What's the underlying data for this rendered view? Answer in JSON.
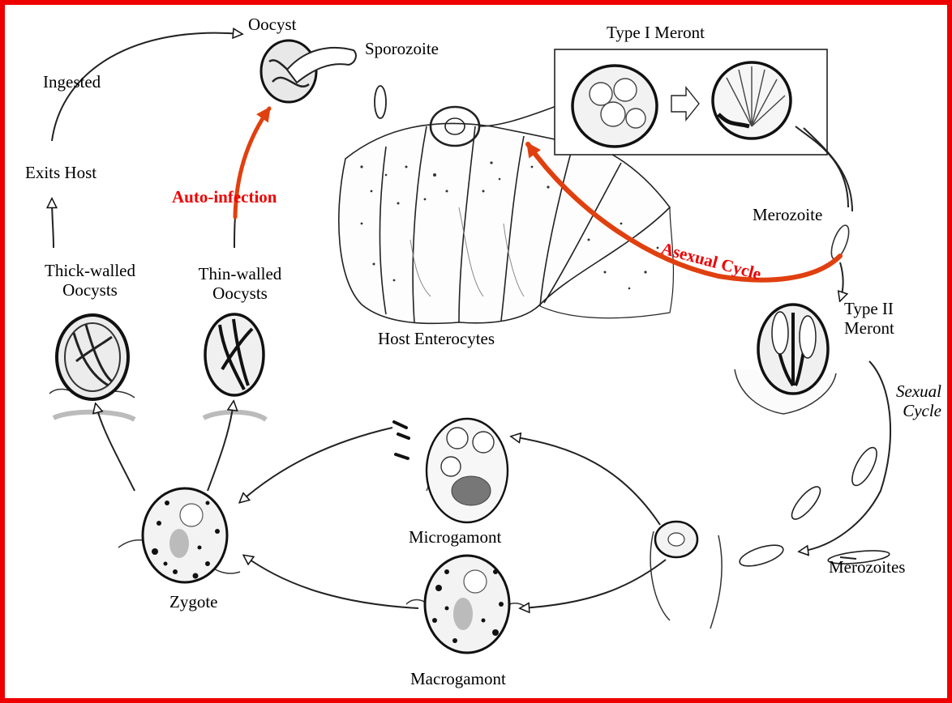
{
  "colors": {
    "frame_border": "#ee0000",
    "accent_arrow": "#e0400f",
    "accent_text": "#ee0000",
    "ink": "#111111"
  },
  "labels": {
    "oocyst": "Oocyst",
    "sporozoite": "Sporozoite",
    "type1_meront": "Type I Meront",
    "ingested": "Ingested",
    "exits_host": "Exits Host",
    "auto_infection": "Auto-infection",
    "merozoite": "Merozoite",
    "asexual_cycle": "Asexual Cycle",
    "thick_walled_1": "Thick-walled",
    "thick_walled_2": "Oocysts",
    "thin_walled_1": "Thin-walled",
    "thin_walled_2": "Oocysts",
    "type2_meront_1": "Type II",
    "type2_meront_2": "Meront",
    "host_enterocytes": "Host Enterocytes",
    "sexual_cycle_1": "Sexual",
    "sexual_cycle_2": "Cycle",
    "microgamont": "Microgamont",
    "merozoites": "Merozoites",
    "zygote": "Zygote",
    "macrogamont": "Macrogamont"
  }
}
